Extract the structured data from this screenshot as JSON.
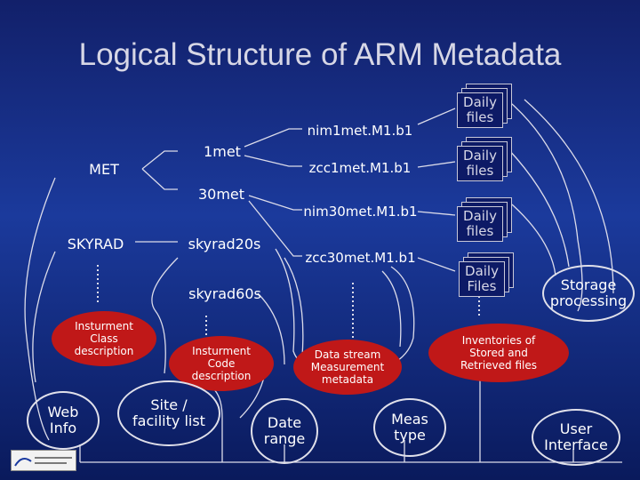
{
  "title": "Logical Structure of ARM Metadata",
  "nodes": {
    "met": "MET",
    "skyrad": "SKYRAD",
    "met1": "1met",
    "met30": "30met",
    "skyrad20s": "skyrad20s",
    "skyrad60s": "skyrad60s",
    "nim1met": "nim1met.M1.b1",
    "zcc1met": "zcc1met.M1.b1",
    "nim30met": "nim30met.M1.b1",
    "zcc30met": "zcc30met.M1.b1"
  },
  "files": {
    "daily1": "Daily files",
    "daily2": "Daily files",
    "daily3": "Daily files",
    "daily4": "Daily Files"
  },
  "blobs": {
    "class_desc": "Insturment Class description",
    "code_desc": "Insturment Code description",
    "datastream": "Data stream Measurement metadata",
    "inventories": "Inventories of Stored and Retrieved files"
  },
  "ovals": {
    "web_info": "Web Info",
    "site_facility": "Site / facility list",
    "date_range": "Date range",
    "meas_type": "Meas type",
    "storage": "Storage processing",
    "user_interface": "User Interface"
  },
  "colors": {
    "background_top": "#12206a",
    "blob_red": "#c01818",
    "title_gray": "#d7d7e6"
  }
}
